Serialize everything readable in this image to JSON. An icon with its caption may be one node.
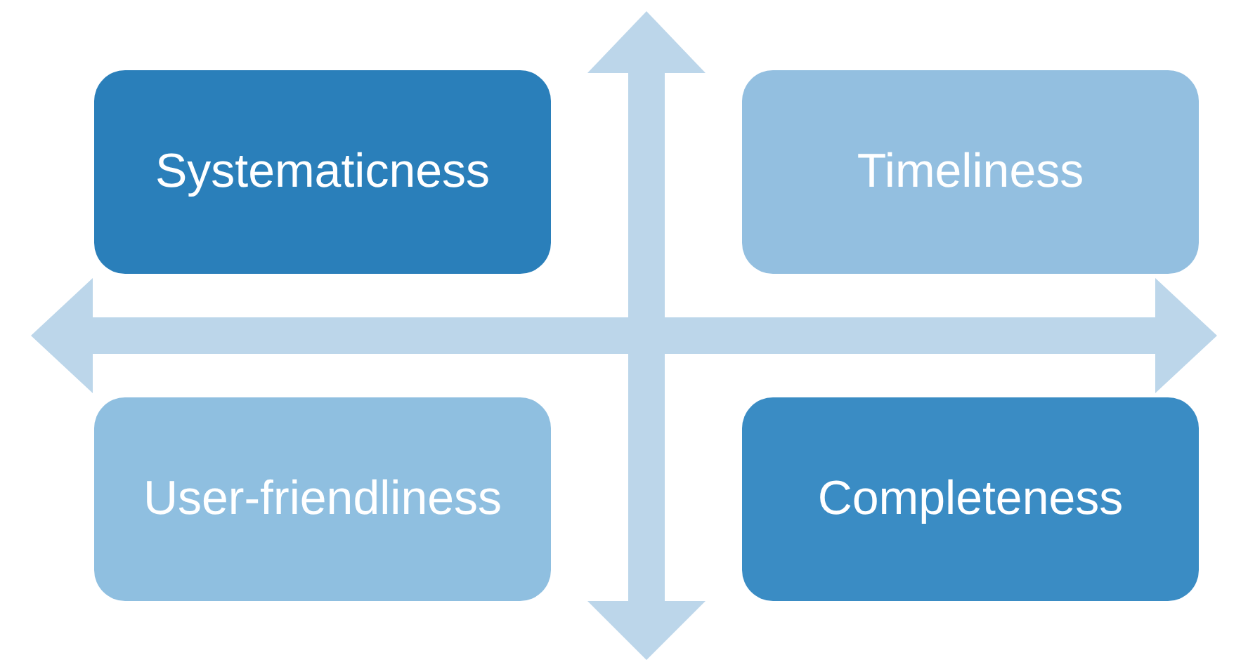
{
  "diagram": {
    "nodes": [
      {
        "text": [
          "Systematicness"
        ]
      },
      {
        "text": [
          "Timeliness"
        ]
      },
      {
        "text": [
          "User-friendliness"
        ]
      },
      {
        "text": [
          "Completeness"
        ]
      }
    ]
  }
}
